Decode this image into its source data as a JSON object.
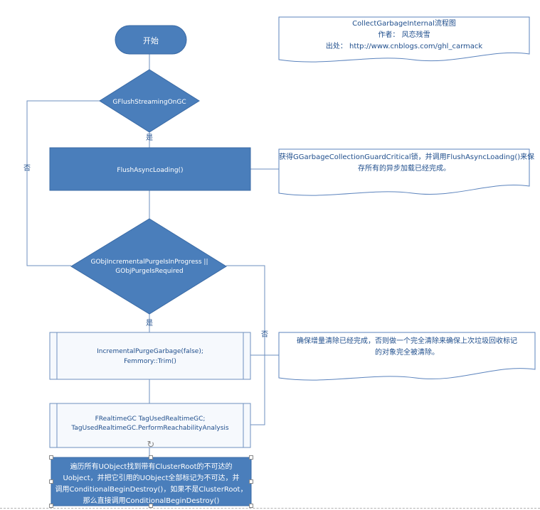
{
  "nodes": {
    "start": "开始",
    "decision1": "GFlushStreamingOnGC",
    "process1": "FlushAsyncLoading()",
    "decision2_line1": "GObjIncrementalPurgeIsInProgress ||",
    "decision2_line2": "GObjPurgeIsRequired",
    "process2_line1": "IncrementalPurgeGarbage(false);",
    "process2_line2": "Femmory::Trim()",
    "process3_line1": "FRealtimeGC TagUsedRealtimeGC;",
    "process3_line2": "TagUsedRealtimeGC.PerformReachabilityAnalysis",
    "process4_line1": "遍历所有UObject找到带有ClusterRoot的不可达的",
    "process4_line2": "Uobject，并把它引用的UObject全部标记为不可达，并",
    "process4_line3": "调用ConditionalBeginDestroy()，如果不是ClusterRoot，",
    "process4_line4": "那么直接调用ConditionalBeginDestroy()"
  },
  "edges": {
    "yes1": "是",
    "no1": "否",
    "yes2": "是",
    "no2": "否"
  },
  "notes": {
    "header_title": "CollectGarbageInternal流程图",
    "header_author": "作者：  风恋残雪",
    "header_source": "出处：  http://www.cnblogs.com/ghl_carmack",
    "note1_line1": "获得GGarbageCollectionGuardCritical锁，并调用FlushAsyncLoading()来保",
    "note1_line2": "存所有的异步加载已经完成。",
    "note2_line1": "确保增量清除已经完成，否则做一个完全清除来确保上次垃圾回收标记",
    "note2_line2": "的对象完全被清除。"
  },
  "colors": {
    "shape_fill": "#4a7ebb",
    "shape_fill_dark": "#3f6ea8",
    "process_fill_light": "#f6f9fd",
    "line": "#6d8fbf",
    "note_border": "#5b83bd",
    "note_text": "#1f4e8c"
  }
}
